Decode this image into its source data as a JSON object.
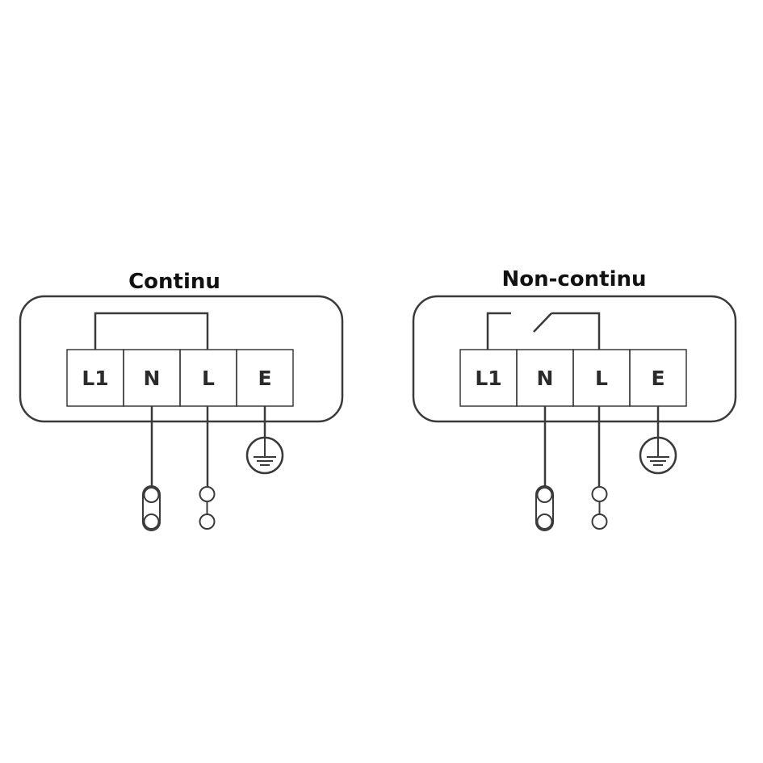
{
  "diagrams": [
    {
      "title": "Continu",
      "terminals": [
        "L1",
        "N",
        "L",
        "E"
      ],
      "bridge": "solid link between L1 and L",
      "earth_symbol": "ground-icon"
    },
    {
      "title": "Non-continu",
      "terminals": [
        "L1",
        "N",
        "L",
        "E"
      ],
      "bridge": "open switch between L1 and L",
      "earth_symbol": "ground-icon"
    }
  ],
  "colors": {
    "line": "#3a3a3a",
    "text": "#111111",
    "background": "#ffffff"
  }
}
